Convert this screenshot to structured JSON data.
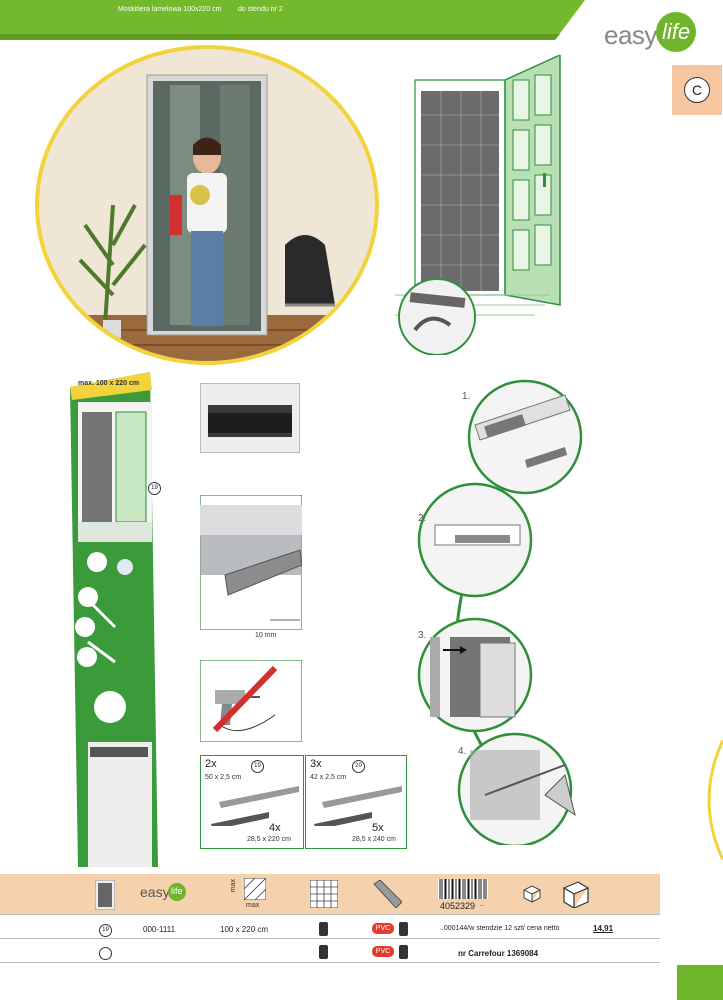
{
  "header": {
    "title": "Moskitiera lamelowa 100x220 cm",
    "stand": "do stendu nr 2",
    "bg_color": "#74b82b"
  },
  "logo": {
    "word1": "easy",
    "word2": "life"
  },
  "section_badge": "C",
  "package": {
    "size_label": "max. 100 x 220 cm",
    "row_ref": "19"
  },
  "details": {
    "dimension": "10 mm"
  },
  "parts": [
    {
      "qty": "2x",
      "ref": "19",
      "size": "50 x 2,5 cm",
      "qty2": "4x",
      "size2": "28,5 x 220 cm"
    },
    {
      "qty": "3x",
      "ref": "20",
      "size": "42 x 2,5 cm",
      "qty2": "5x",
      "size2": "28,5 x 240 cm"
    }
  ],
  "steps": [
    "1.",
    "2.",
    "3.",
    "4."
  ],
  "table": {
    "header": {
      "brand_word1": "easy",
      "brand_word2": "life",
      "max_top": "max",
      "max_bottom": "max",
      "barcode": "4052329",
      "barcode_suffix": ".."
    },
    "rows": [
      {
        "ref": "19",
        "code": "000-1111",
        "size": "100 x 220 cm",
        "pvc": "PVC",
        "info": "..000144/w stendzie 12 szt/ cena netto",
        "price": "14,91"
      },
      {
        "ref": "",
        "code": "",
        "size": "",
        "pvc": "PVC",
        "info": "nr Carrefour 1369084",
        "price": ""
      }
    ]
  },
  "colors": {
    "accent_green": "#74b82b",
    "dark_green": "#2f8f3a",
    "yellow": "#f2d33b",
    "band": "#f6d1ae",
    "red": "#e53b2c"
  }
}
